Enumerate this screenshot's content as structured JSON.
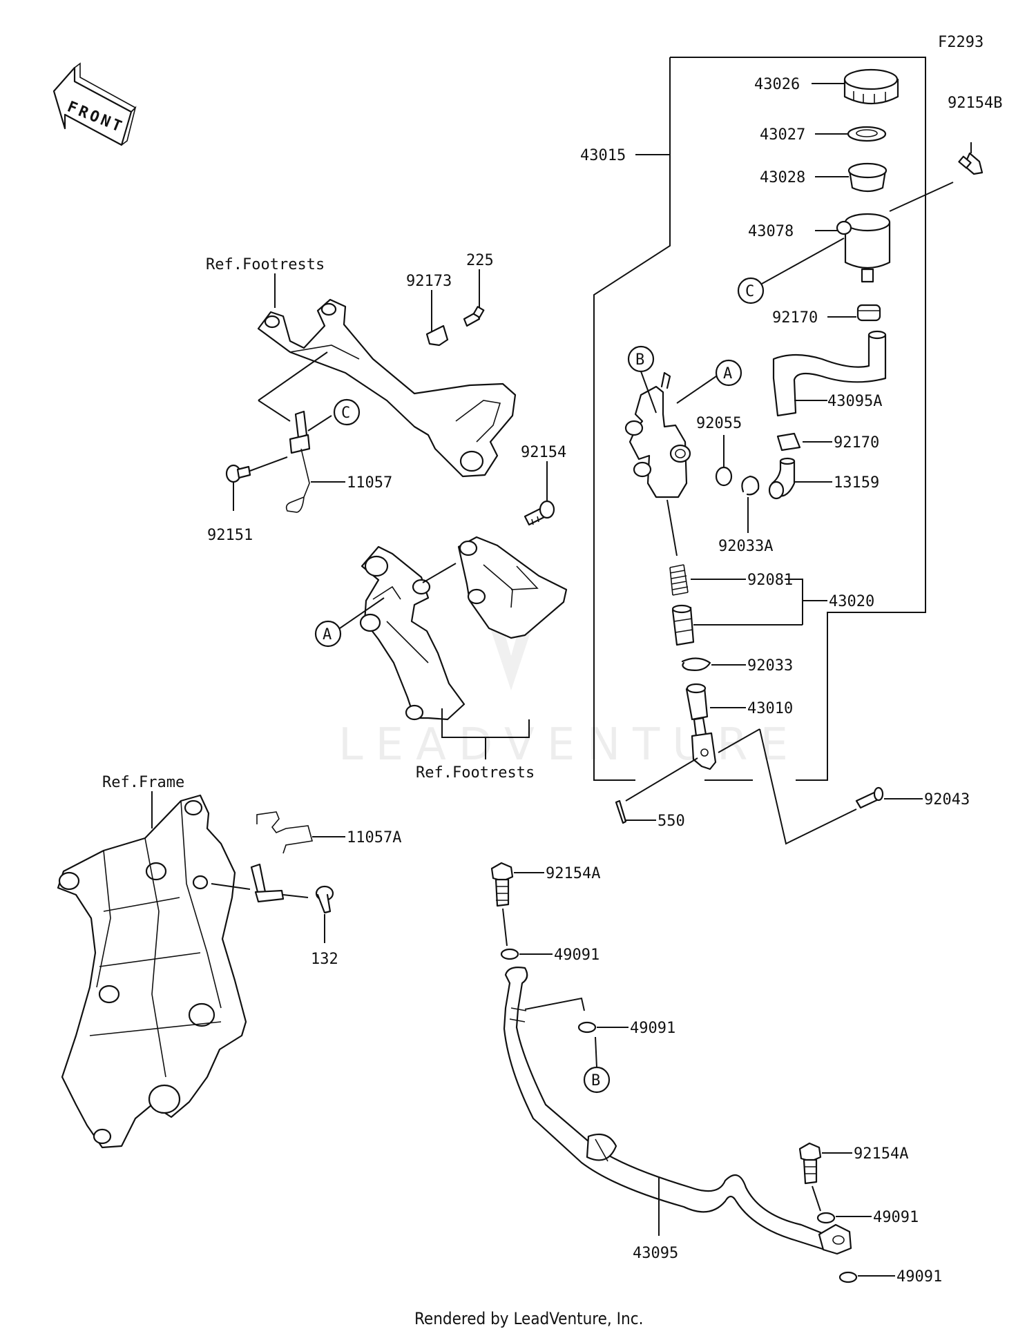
{
  "figure_code": "F2293",
  "front_label": "FRONT",
  "footer": "Rendered by LeadVenture, Inc.",
  "watermark": "LEADVENTURE",
  "refs": {
    "footrests_top": "Ref.Footrests",
    "footrests_bottom": "Ref.Footrests",
    "frame": "Ref.Frame"
  },
  "callouts": {
    "A": "A",
    "B": "B",
    "C": "C"
  },
  "parts": {
    "p43026": "43026",
    "p43027": "43027",
    "p43028": "43028",
    "p43078": "43078",
    "p43015": "43015",
    "p92154B": "92154B",
    "p92170a": "92170",
    "p43095A": "43095A",
    "p92170b": "92170",
    "p13159": "13159",
    "p92055": "92055",
    "p92033A": "92033A",
    "p92081": "92081",
    "p43020": "43020",
    "p92033": "92033",
    "p43010": "43010",
    "p550": "550",
    "p92043": "92043",
    "p225": "225",
    "p92173": "92173",
    "p11057": "11057",
    "p92151": "92151",
    "p92154": "92154",
    "p11057A": "11057A",
    "p132": "132",
    "p92154A_a": "92154A",
    "p49091_a": "49091",
    "p49091_b": "49091",
    "p43095": "43095",
    "p92154A_b": "92154A",
    "p49091_c": "49091",
    "p49091_d": "49091"
  }
}
